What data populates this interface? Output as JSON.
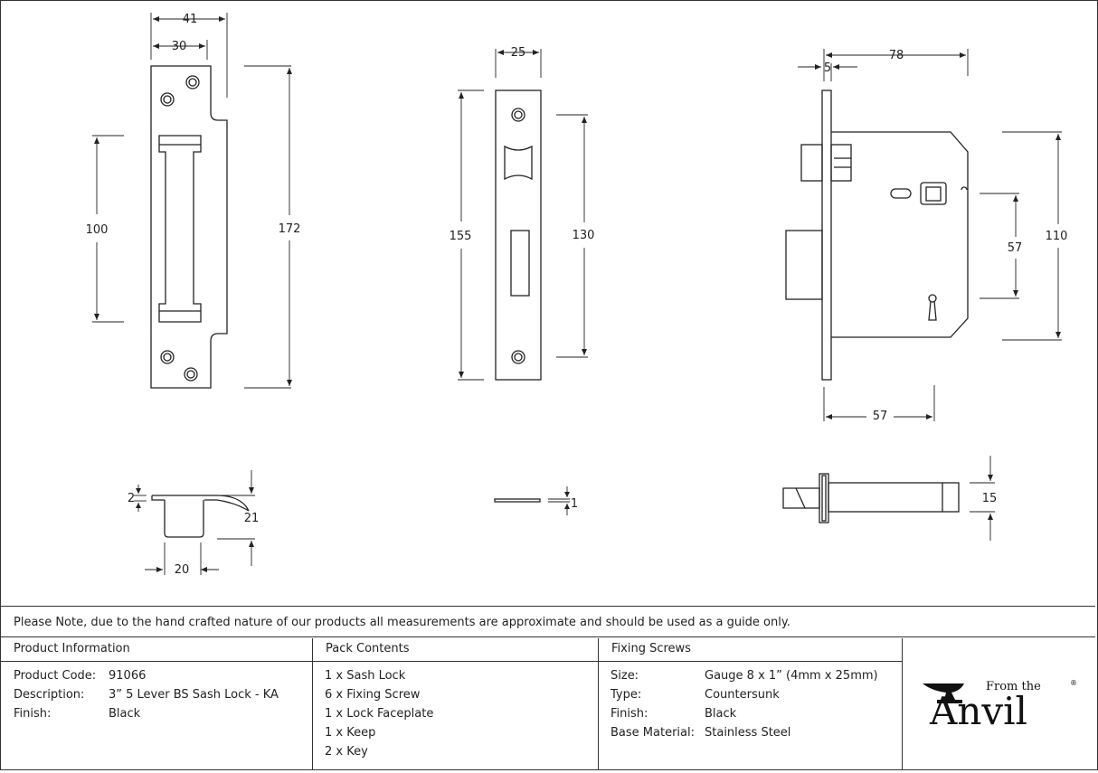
{
  "dimensions": {
    "keep_outer_width": "41",
    "keep_inner_width": "30",
    "keep_cutout_height": "100",
    "keep_height": "172",
    "faceplate_width": "25",
    "faceplate_height": "155",
    "faceplate_screw_spacing": "130",
    "lock_overall_width": "78",
    "faceplate_thickness": "5",
    "lock_height": "110",
    "centres": "57",
    "backset": "57",
    "keep_lip": "2",
    "keep_depth": "21",
    "keep_box_width": "20",
    "faceplate_side_thickness": "1",
    "lock_case_thickness": "15"
  },
  "note": "Please Note, due to the hand crafted nature of our products all measurements are approximate and should be used as a guide only.",
  "product_info": {
    "header": "Product Information",
    "rows": [
      {
        "label": "Product Code:",
        "value": "91066"
      },
      {
        "label": "Description:",
        "value": "3” 5 Lever BS Sash Lock - KA"
      },
      {
        "label": "Finish:",
        "value": "Black"
      }
    ]
  },
  "pack_contents": {
    "header": "Pack Contents",
    "items": [
      "1 x Sash Lock",
      "6 x Fixing Screw",
      "1 x Lock Faceplate",
      "1 x Keep",
      "2 x Key"
    ]
  },
  "fixing_screws": {
    "header": "Fixing Screws",
    "rows": [
      {
        "label": "Size:",
        "value": "Gauge 8 x 1” (4mm x 25mm)"
      },
      {
        "label": "Type:",
        "value": "Countersunk"
      },
      {
        "label": "Finish:",
        "value": "Black"
      },
      {
        "label": "Base Material:",
        "value": "Stainless Steel"
      }
    ]
  },
  "logo": {
    "small": "From the",
    "big": "Anvil",
    "mark": "®"
  }
}
